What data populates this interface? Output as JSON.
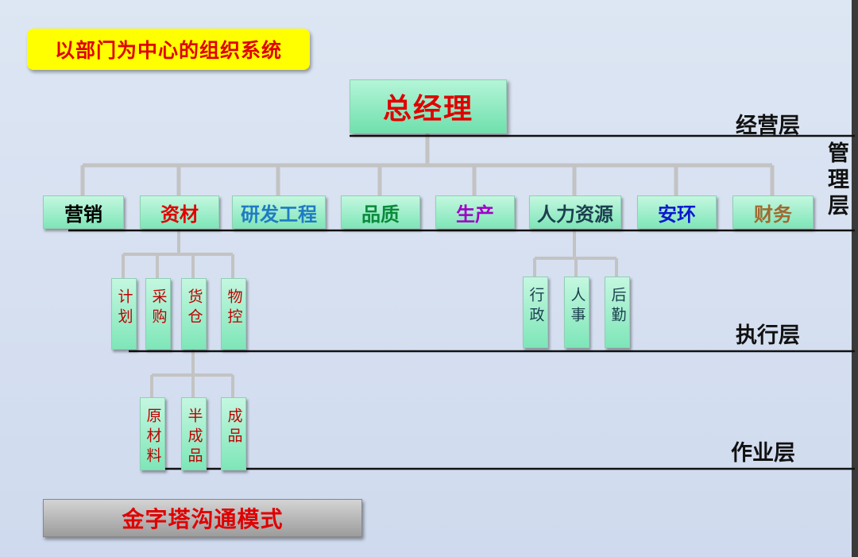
{
  "title": "以部门为中心的组织系统",
  "general_manager": "总经理",
  "layers": {
    "operating": "经营层",
    "management": "管理层",
    "execution": "执行层",
    "operation": "作业层"
  },
  "departments": [
    {
      "label": "营销",
      "color": "#000000"
    },
    {
      "label": "资材",
      "color": "#e00000"
    },
    {
      "label": "研发工程",
      "color": "#1f7bc4"
    },
    {
      "label": "品质",
      "color": "#0a8a3a"
    },
    {
      "label": "生产",
      "color": "#a000c8"
    },
    {
      "label": "人力资源",
      "color": "#1c3f4f"
    },
    {
      "label": "安环",
      "color": "#0a18d0"
    },
    {
      "label": "财务",
      "color": "#a06a30"
    }
  ],
  "materials_units": [
    {
      "label": "计划",
      "color": "#c00000"
    },
    {
      "label": "采购",
      "color": "#c00000"
    },
    {
      "label": "货仓",
      "color": "#c00000"
    },
    {
      "label": "物控",
      "color": "#c00000"
    }
  ],
  "hr_units": [
    {
      "label": "行政",
      "color": "#1c3f4f"
    },
    {
      "label": "人事",
      "color": "#1c3f4f"
    },
    {
      "label": "后勤",
      "color": "#1c3f4f"
    }
  ],
  "warehouse_units": [
    {
      "label": "原材料",
      "color": "#c00000"
    },
    {
      "label": "半成品",
      "color": "#c00000"
    },
    {
      "label": "成品",
      "color": "#c00000"
    }
  ],
  "footer": "金字塔沟通模式",
  "colors": {
    "connector": "#c3c3c3",
    "layer_line": "#111111",
    "box_fill": "#8ee8bf",
    "title_bg": "#ffff00",
    "accent_red": "#e00000"
  }
}
